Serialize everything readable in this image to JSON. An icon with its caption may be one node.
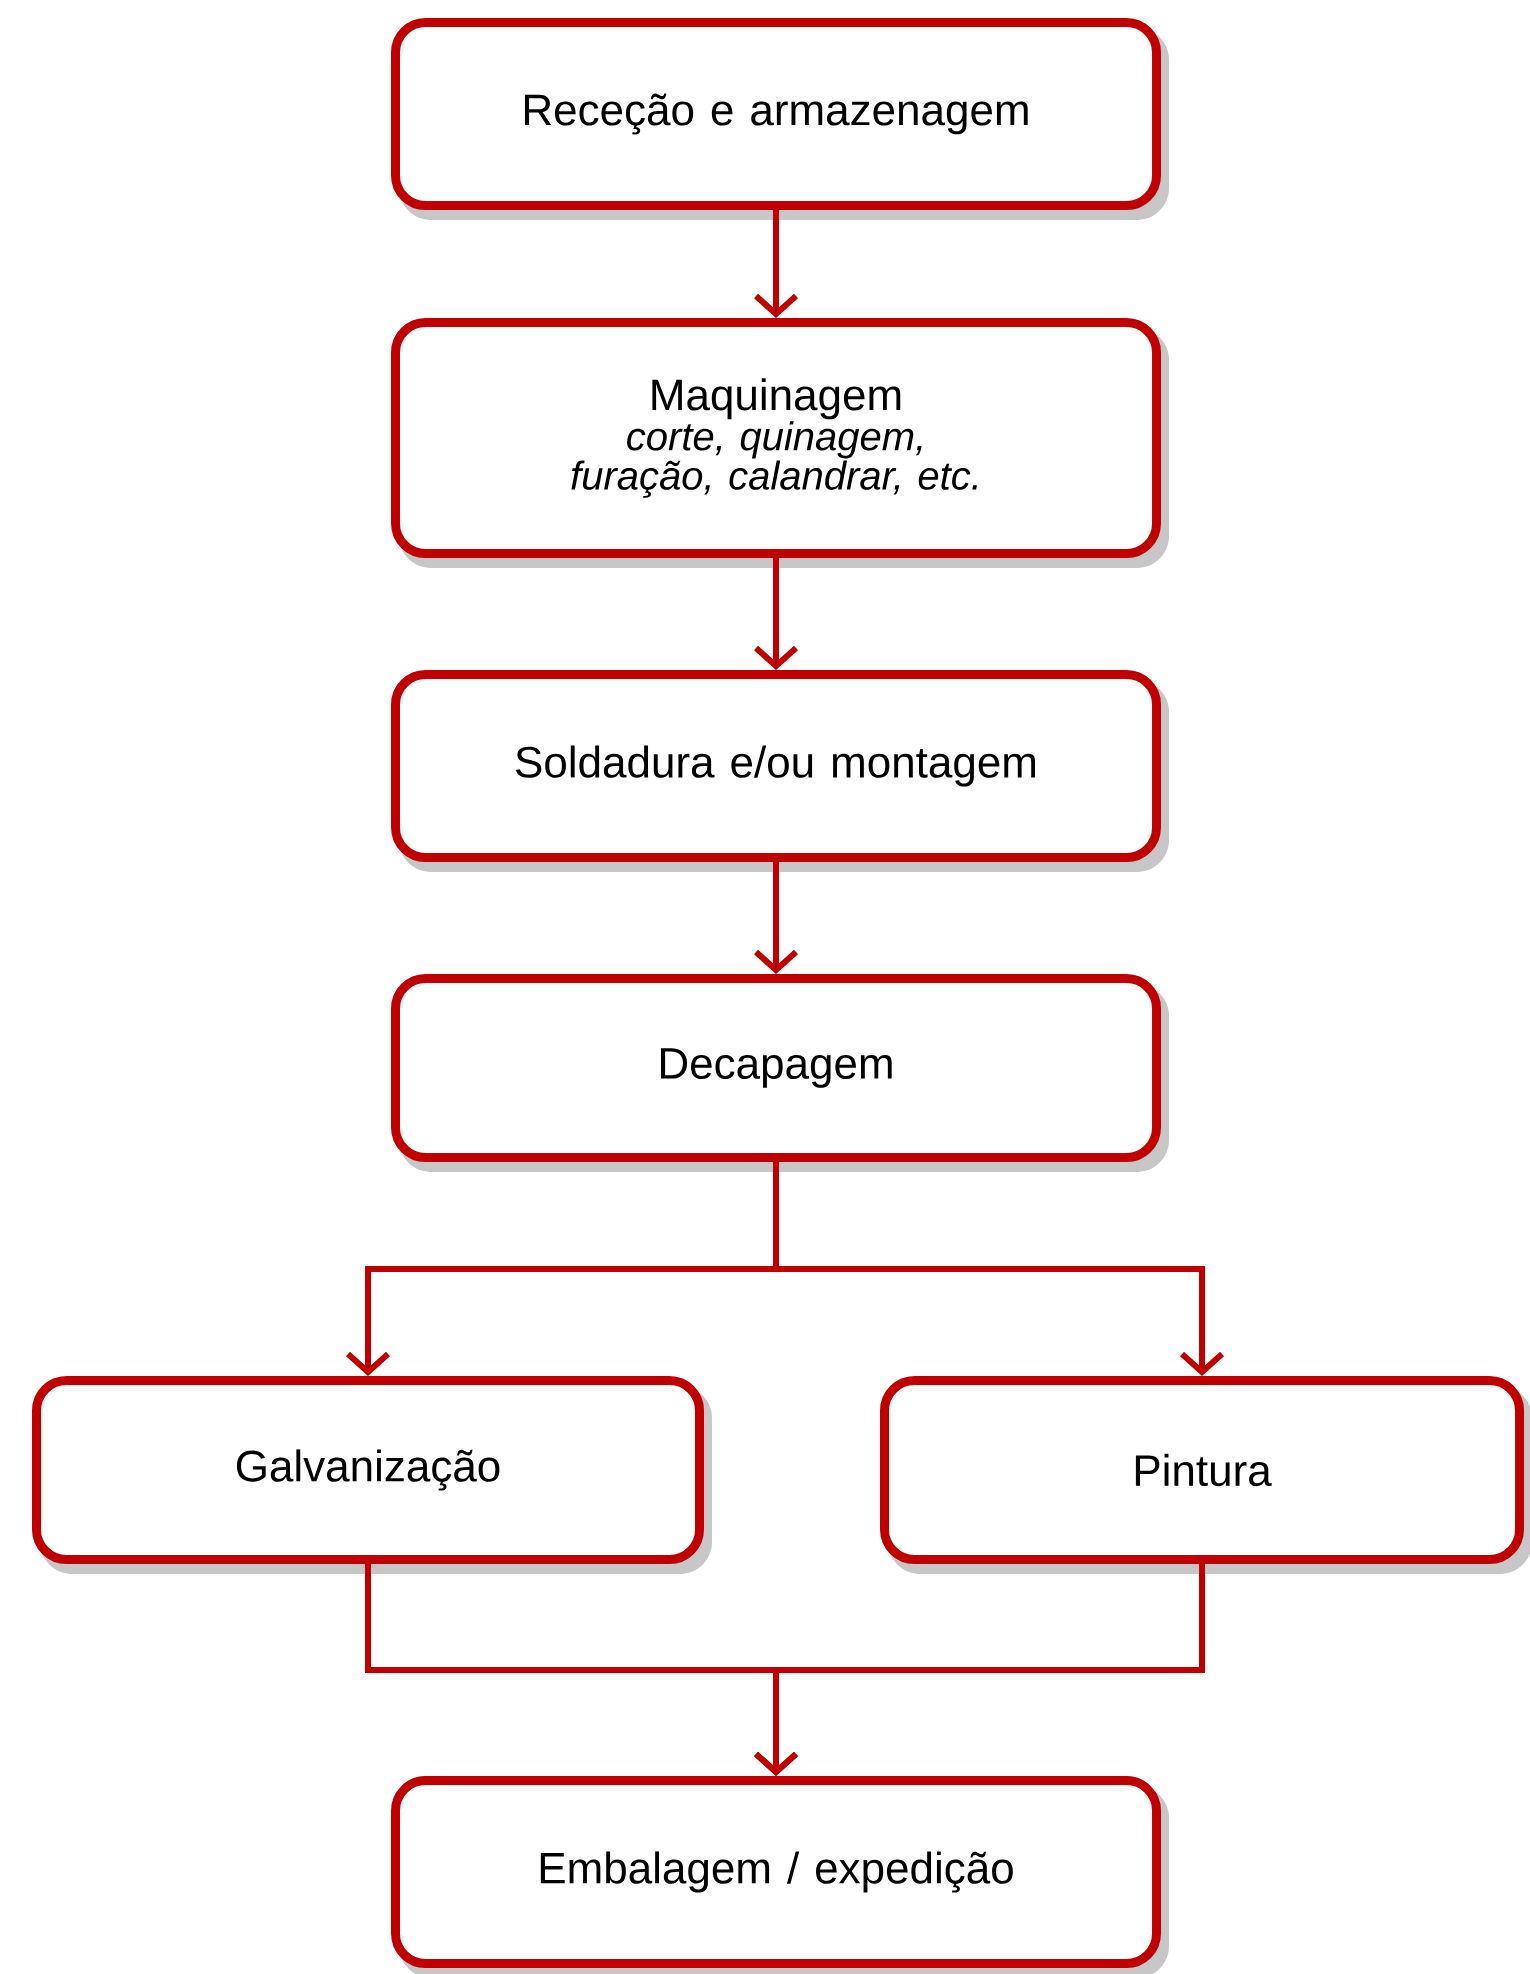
{
  "diagram": {
    "nodes": [
      {
        "text": [
          "Receção e armazenagem"
        ]
      },
      {
        "text": [
          "Maquinagem",
          "corte, quinagem, furação, calandrar, etc."
        ]
      },
      {
        "text": [
          "Soldadura e/ou montagem"
        ]
      },
      {
        "text": [
          "Decapagem"
        ]
      },
      {
        "text": [
          "Galvanização"
        ]
      },
      {
        "text": [
          "Pintura"
        ]
      },
      {
        "text": [
          "Embalagem / expedição"
        ]
      }
    ],
    "edges": [
      {
        "from": 0,
        "to": 1,
        "arrow": "to"
      },
      {
        "from": 1,
        "to": 2,
        "arrow": "to"
      },
      {
        "from": 2,
        "to": 3,
        "arrow": "to"
      },
      {
        "from": 3,
        "to": 4,
        "arrow": "to"
      },
      {
        "from": 3,
        "to": 5,
        "arrow": "to"
      },
      {
        "from": 4,
        "to": 6,
        "arrow": "to"
      },
      {
        "from": 5,
        "to": 6,
        "arrow": "to"
      }
    ]
  }
}
